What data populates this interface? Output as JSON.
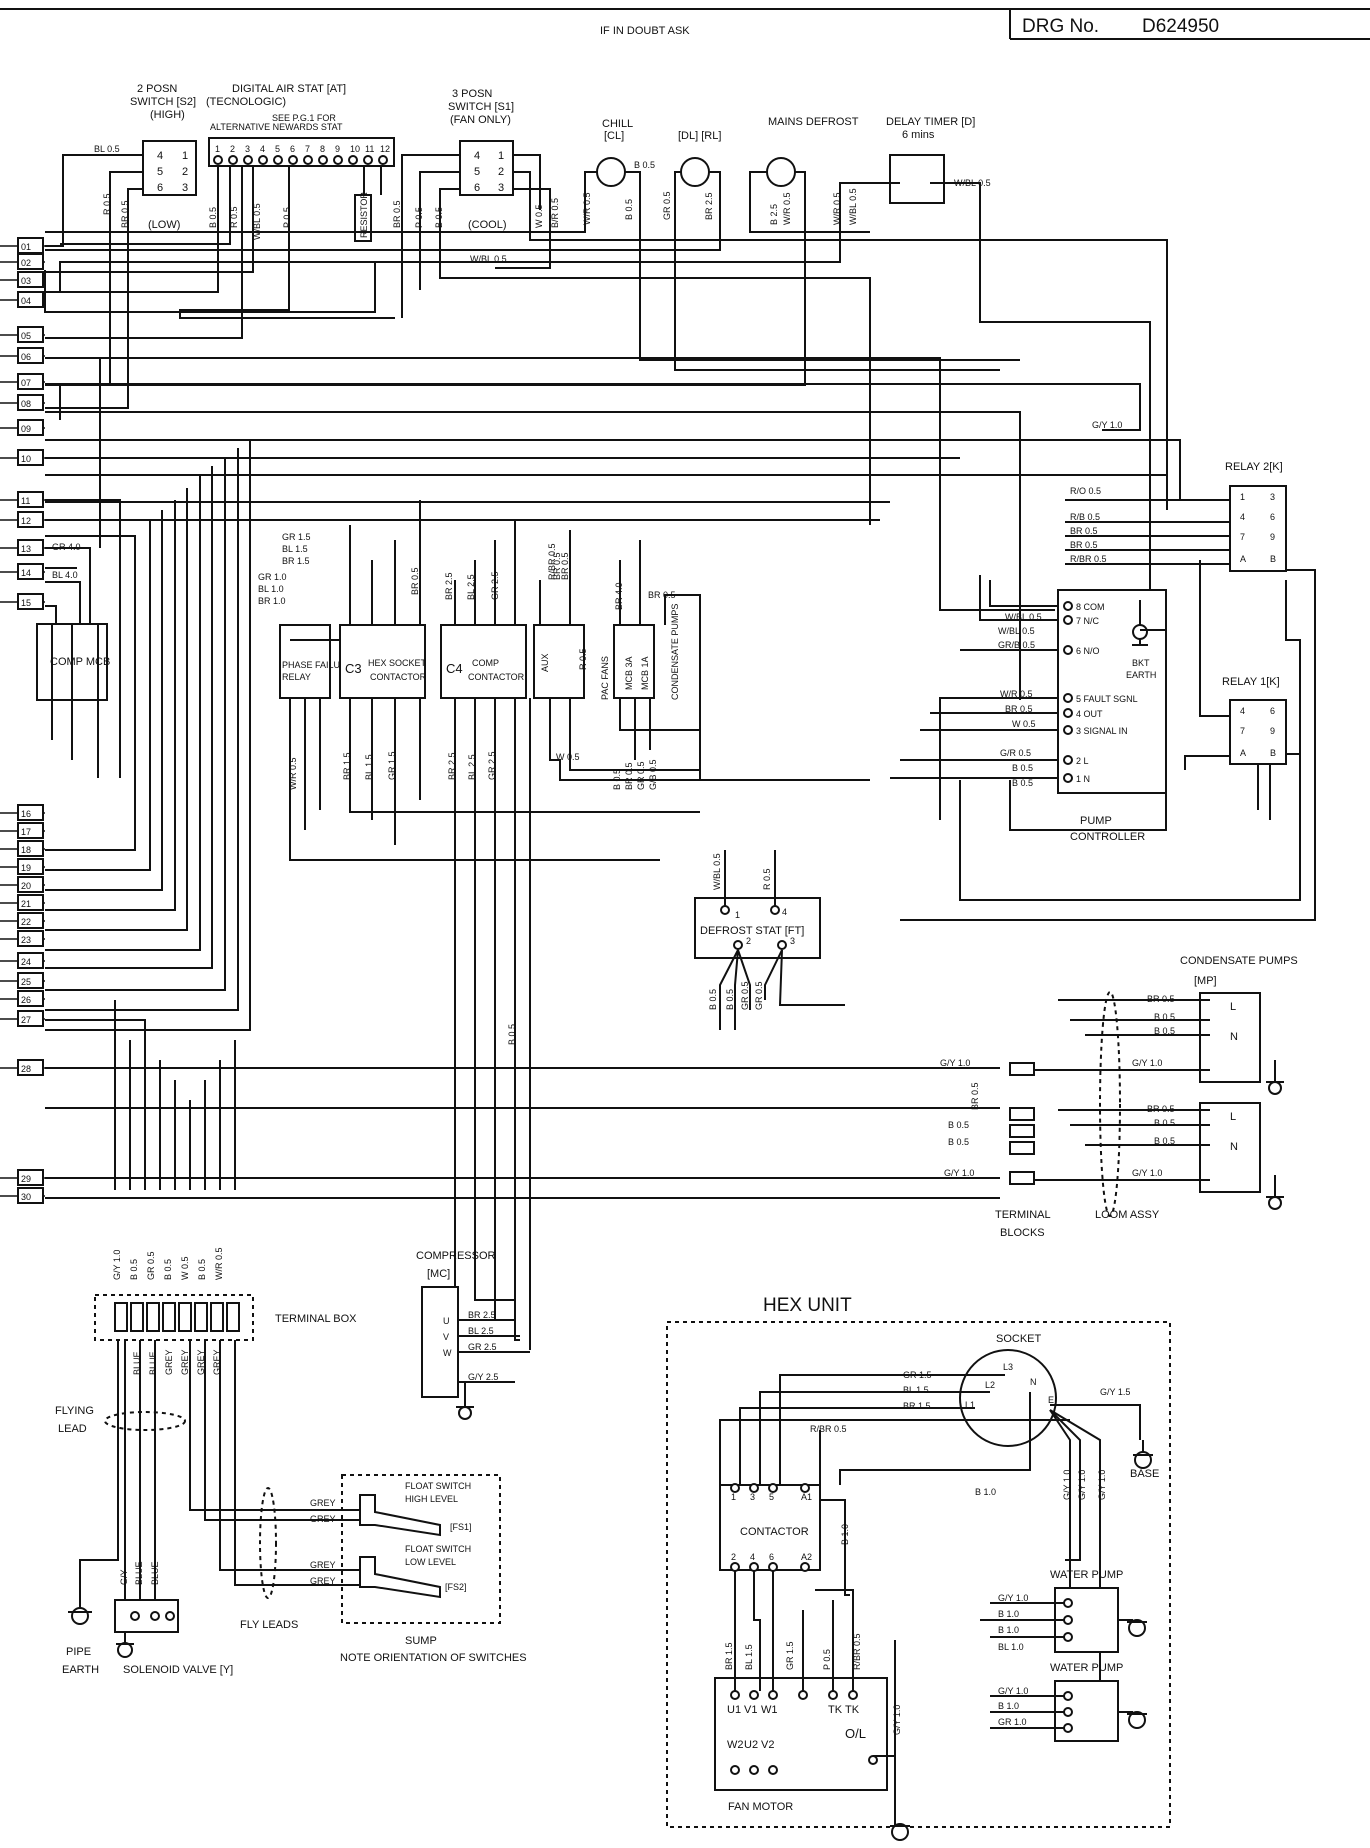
{
  "header": {
    "note": "IF IN DOUBT ASK",
    "drg_label": "DRG No.",
    "drg_number": "D624950"
  },
  "terminals": [
    "01",
    "02",
    "03",
    "04",
    "05",
    "06",
    "07",
    "08",
    "09",
    "10",
    "11",
    "12",
    "13",
    "14",
    "15",
    "16",
    "17",
    "18",
    "19",
    "20",
    "21",
    "22",
    "23",
    "24",
    "25",
    "26",
    "27",
    "28",
    "29",
    "30"
  ],
  "top": {
    "s2": [
      "2 POSN",
      "SWITCH [S2]",
      "(HIGH)",
      "(LOW)"
    ],
    "at": [
      "DIGITAL AIR STAT [AT]",
      "(TECNOLOGIC)",
      "SEE P.G.1 FOR",
      "ALTERNATIVE NEWARDS STAT"
    ],
    "at_pins": [
      "1",
      "2",
      "3",
      "4",
      "5",
      "6",
      "7",
      "8",
      "9",
      "10",
      "11",
      "12"
    ],
    "resistor": "RESISTOR",
    "s1": [
      "3 POSN",
      "SWITCH [S1]",
      "(FAN ONLY)",
      "(COOL)"
    ],
    "chill": [
      "CHILL",
      "[CL]"
    ],
    "dl": "[DL] [RL]",
    "mains_defrost": "MAINS DEFROST",
    "delay_timer": [
      "DELAY TIMER [D]",
      "6 mins"
    ],
    "wire_labels": [
      "BL 0.5",
      "R 0.5",
      "BR 0.5",
      "W/BL 0.5",
      "P 0.5",
      "B 0.5",
      "R 0.5",
      "BR 0.5",
      "P 0.5",
      "B 0.5",
      "W 0.5",
      "B/R 0.5",
      "W/BL 0.5",
      "W/R 0.5",
      "B 0.5",
      "B 0.5",
      "GR 0.5",
      "BR 2.5",
      "B 2.5",
      "W/R 0.5",
      "W/R 0.5",
      "W/BL 0.5"
    ],
    "switch_pins": [
      "4",
      "1",
      "5",
      "2",
      "6",
      "3"
    ]
  },
  "middle": {
    "comp_mcb": "COMP MCB",
    "phase": [
      "PHASE FAILURE",
      "RELAY"
    ],
    "c3": [
      "C3",
      "HEX SOCKET",
      "CONTACTOR"
    ],
    "c4": [
      "C4",
      "COMP",
      "CONTACTOR"
    ],
    "aux": "AUX",
    "pac_fans": "PAC FANS",
    "mcb": [
      "MCB 3A",
      "MCB 1A"
    ],
    "condensate": "CONDENSATE PUMPS",
    "pump_controller": [
      "PUMP",
      "CONTROLLER"
    ],
    "pc_pins": [
      "8 COM",
      "7 N/C",
      "6 N/O",
      "5 FAULT SGNL",
      "4 OUT",
      "3 SIGNAL IN",
      "2 L",
      "1 N"
    ],
    "bkt_earth": [
      "BKT",
      "EARTH"
    ],
    "relay2": "RELAY 2[K]",
    "relay1": "RELAY 1[K]",
    "relay_pins": [
      "1",
      "3",
      "4",
      "6",
      "7",
      "9",
      "A",
      "B"
    ],
    "wire_labels": [
      "GR 1.5",
      "BL 1.5",
      "BR 1.5",
      "GR 1.0",
      "BL 1.0",
      "BR 1.0",
      "R/BR 0.5",
      "BR 0.5",
      "BR 4.0",
      "BR 0.5",
      "GR 4.0",
      "BL 4.0",
      "G/Y 1.0",
      "R/O 0.5",
      "R/B 0.5",
      "BR 0.5",
      "BR 0.5",
      "R/BR 0.5",
      "W/BL 0.5",
      "W/BL 0.5",
      "GR/B 0.5",
      "W/R 0.5",
      "BR 0.5",
      "W 0.5",
      "G/R 0.5",
      "B 0.5",
      "B 0.5",
      "BR 0.5",
      "B 0.5",
      "R 0.5",
      "BR 0.5",
      "BR 2.5",
      "BL 2.5",
      "GR 2.5",
      "BR 1.5",
      "BL 1.5",
      "GR 1.5",
      "BR 2.5",
      "BL 2.5",
      "GR 2.5",
      "W/R 0.5",
      "W 0.5",
      "B 0.5",
      "BR 0.5",
      "GR 0.5",
      "G/B 0.5"
    ]
  },
  "defrost_stat": {
    "label": "DEFROST STAT [FT]",
    "pins": [
      "1",
      "4",
      "2",
      "3"
    ],
    "wires": [
      "W/BL 0.5",
      "R 0.5",
      "B 0.5",
      "B 0.5",
      "GR 0.5",
      "GR 0.5"
    ]
  },
  "condensate_pumps": {
    "title": [
      "CONDENSATE PUMPS",
      "[MP]"
    ],
    "pins": [
      "L",
      "N"
    ],
    "wires": [
      "BR 0.5",
      "B 0.5",
      "B 0.5",
      "G/Y 1.0",
      "G/Y 1.0",
      "BR 0.5",
      "B 0.5",
      "B 0.5",
      "G/Y 1.0",
      "G/Y 1.0",
      "BR 0.5",
      "B 0.5",
      "B 0.5"
    ]
  },
  "terminal_blocks": [
    "TERMINAL",
    "BLOCKS"
  ],
  "loom": "LOOM ASSY",
  "compressor": {
    "title": [
      "COMPRESSOR",
      "[MC]"
    ],
    "pins": [
      "U",
      "V",
      "W"
    ],
    "wires": [
      "BR 2.5",
      "BL 2.5",
      "GR 2.5",
      "G/Y 2.5"
    ]
  },
  "terminal_box": {
    "label": "TERMINAL BOX",
    "top_wires": [
      "G/Y 1.0",
      "B 0.5",
      "GR 0.5",
      "B 0.5",
      "W 0.5",
      "B 0.5",
      "W/R 0.5"
    ],
    "bottom_wires": [
      "BLUE",
      "BLUE",
      "GREY",
      "GREY",
      "GREY",
      "GREY"
    ]
  },
  "flying_lead": [
    "FLYING",
    "LEAD"
  ],
  "pipe_earth": [
    "PIPE",
    "EARTH"
  ],
  "solenoid": {
    "label": "SOLENOID VALVE [Y]",
    "wires": [
      "G/Y",
      "BLUE",
      "BLUE"
    ]
  },
  "fly_leads": "FLY LEADS",
  "float_switch": {
    "high": [
      "FLOAT SWITCH",
      "HIGH LEVEL",
      "[FS1]"
    ],
    "low": [
      "FLOAT SWITCH",
      "LOW LEVEL",
      "[FS2]"
    ],
    "wires": [
      "GREY",
      "GREY",
      "GREY",
      "GREY"
    ]
  },
  "sump": [
    "SUMP",
    "NOTE ORIENTATION OF SWITCHES"
  ],
  "hex_unit": {
    "title": "HEX UNIT",
    "socket": "SOCKET",
    "socket_pins": [
      "L3",
      "L2",
      "N",
      "L1",
      "E"
    ],
    "contactor": "CONTACTOR",
    "contactor_pins": [
      "1",
      "3",
      "5",
      "A1",
      "2",
      "4",
      "6",
      "A2"
    ],
    "base": "BASE",
    "water_pump": "WATER PUMP",
    "fan_motor": "FAN MOTOR",
    "motor_pins": [
      "U1",
      "V1",
      "W1",
      "W2",
      "U2",
      "V2",
      "TK",
      "TK",
      "O/L"
    ],
    "wires": [
      "GR 1.5",
      "BL 1.5",
      "BR 1.5",
      "R/BR 0.5",
      "B 1.0",
      "G/Y 1.5",
      "G/Y 1.0",
      "G/Y 1.0",
      "G/Y 1.0",
      "B 1.0",
      "G/Y 1.0",
      "B 1.0",
      "B 1.0",
      "BL 1.0",
      "G/Y 1.0",
      "B 1.0",
      "GR 1.0",
      "BR 1.5",
      "BL 1.5",
      "GR 1.5",
      "P 0.5",
      "R/BR 0.5",
      "G/Y 1.0"
    ]
  }
}
